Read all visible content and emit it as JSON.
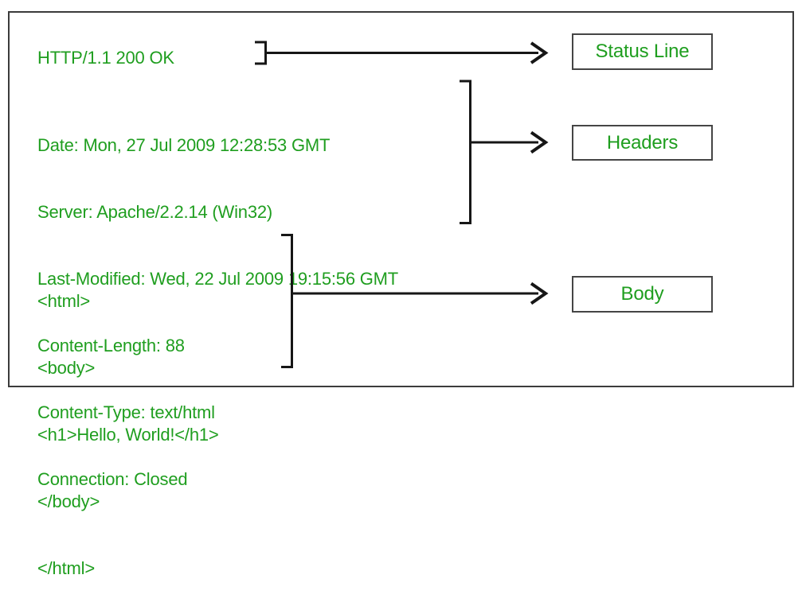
{
  "diagram": {
    "response": {
      "status_line": "HTTP/1.1 200 OK",
      "headers": [
        "Date: Mon, 27 Jul 2009 12:28:53 GMT",
        "Server: Apache/2.2.14 (Win32)",
        "Last-Modified: Wed, 22 Jul 2009 19:15:56 GMT",
        "Content-Length: 88",
        "Content-Type: text/html",
        "Connection: Closed"
      ],
      "body": [
        "<html>",
        "<body>",
        "<h1>Hello, World!</h1>",
        "</body>",
        "</html>"
      ]
    },
    "labels": {
      "status_line": "Status Line",
      "headers": "Headers",
      "body": "Body"
    },
    "colors": {
      "text_green": "#1f9e1f",
      "line_black": "#161616",
      "box_border": "#454545",
      "frame_border": "#3b3b3b"
    }
  }
}
